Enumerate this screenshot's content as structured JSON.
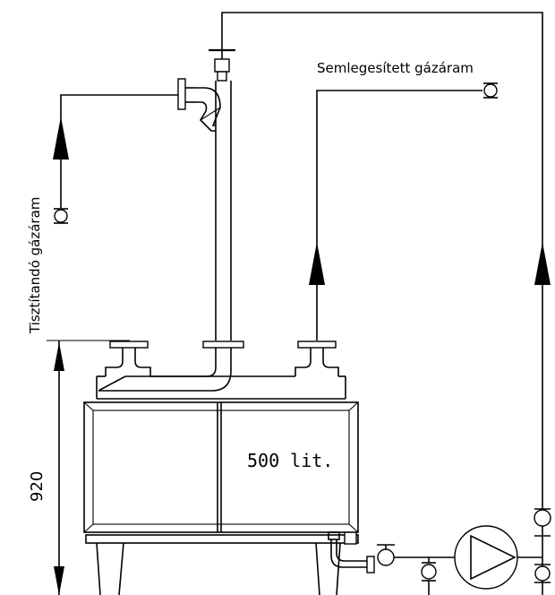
{
  "labels": {
    "neutral_gas": "Semlegesített gázáram",
    "raw_gas": "Tisztítandó gázáram",
    "tank_volume": "500 lit.",
    "height_dim": "920"
  }
}
